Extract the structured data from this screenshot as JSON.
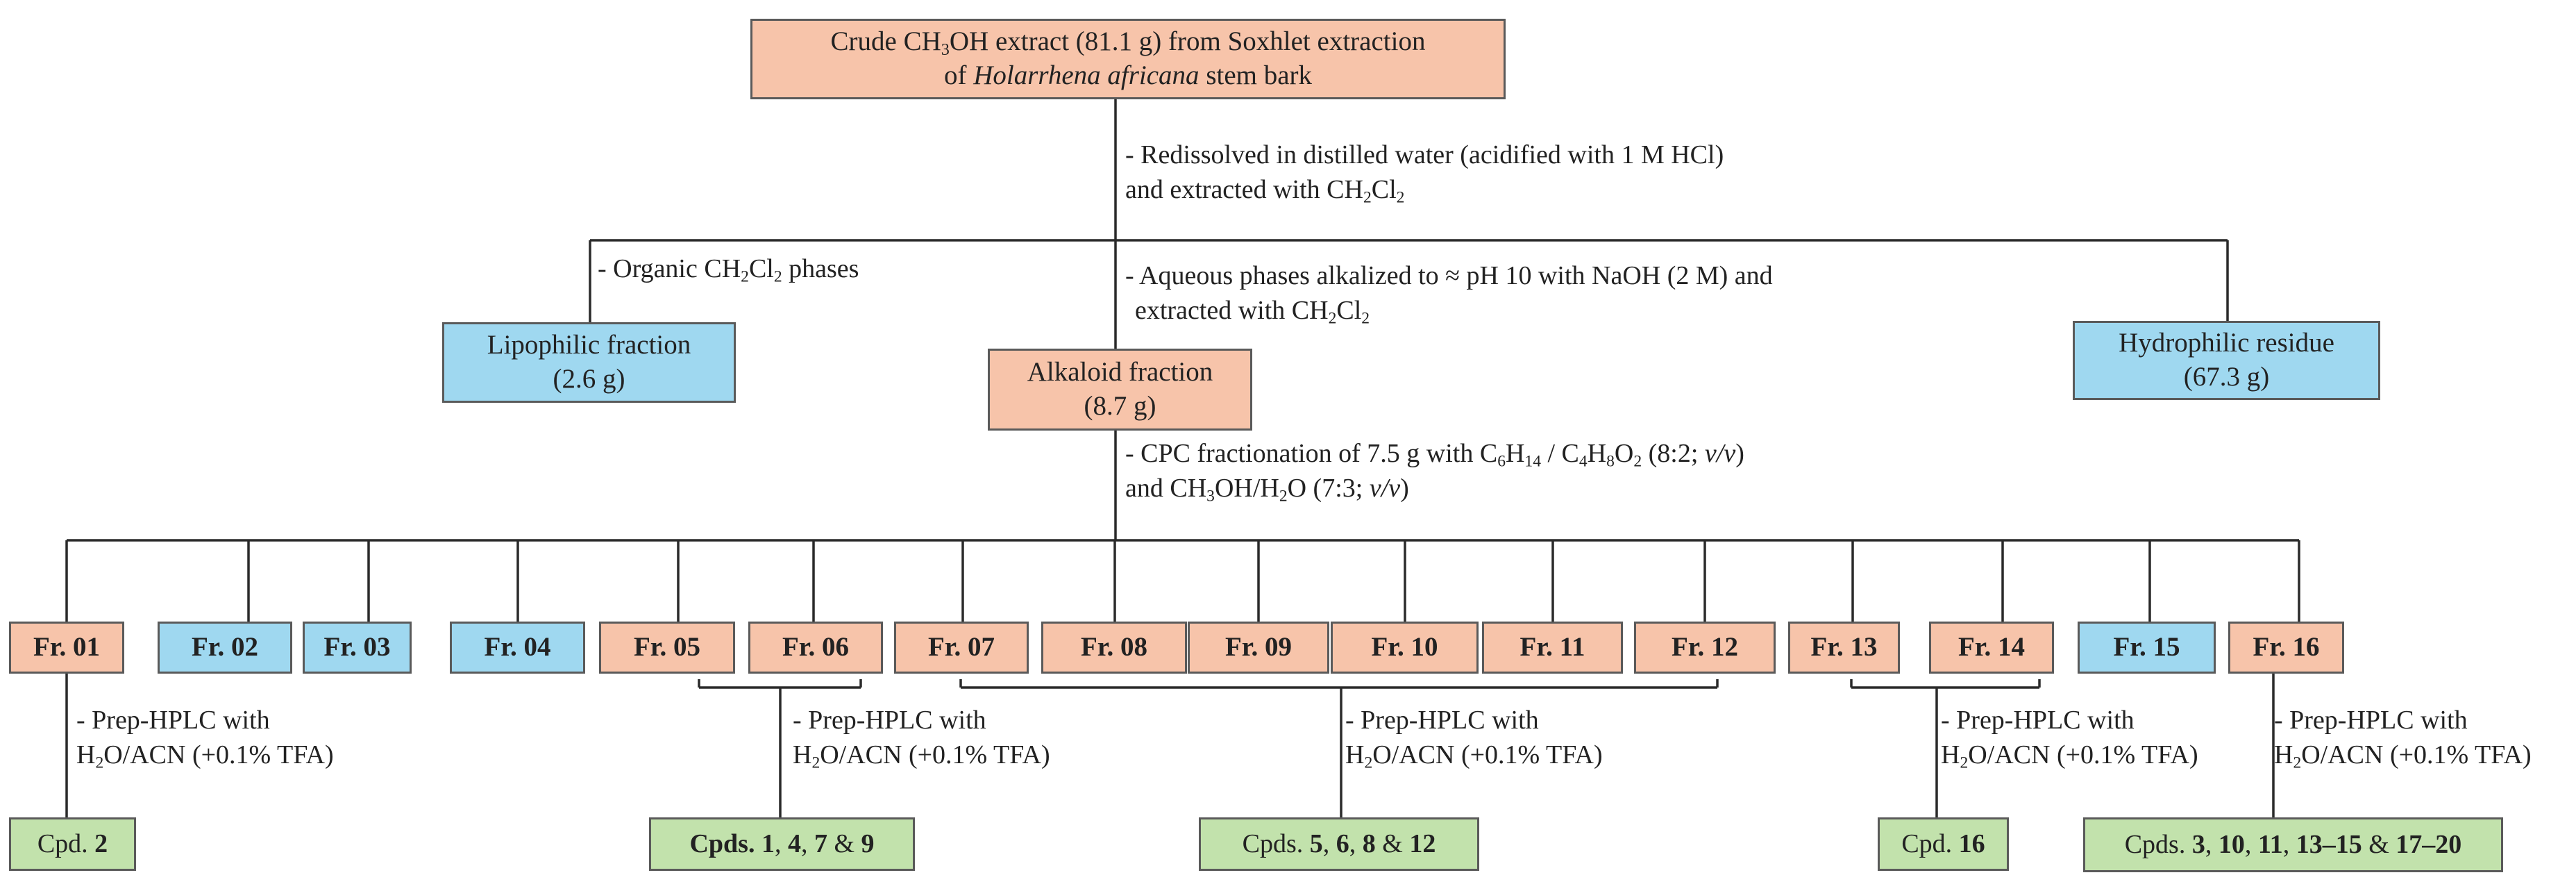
{
  "crude": {
    "l1a": "Crude CH",
    "l1b": "3",
    "l1c": "OH extract (81.1 g) from Soxhlet extraction",
    "l2a": "of ",
    "l2b": "Holarrhena africana",
    "l2c": " stem bark"
  },
  "step1": {
    "l1": "- Redissolved in distilled  water (acidified with 1 M HCl)",
    "l2a": "and extracted with CH",
    "l2b": "2",
    "l2c": "Cl",
    "l2d": "2"
  },
  "organic": {
    "a": "- Organic CH",
    "b": "2",
    "c": "Cl",
    "d": "2",
    "e": " phases"
  },
  "aqueous": {
    "l1": "- Aqueous phases alkalized to ≈ pH 10 with NaOH (2 M) and",
    "l2a": "extracted with CH",
    "l2b": "2",
    "l2c": "Cl",
    "l2d": "2"
  },
  "lipophilic": {
    "l1": "Lipophilic fraction",
    "l2": "(2.6 g)"
  },
  "alkaloid": {
    "l1": "Alkaloid fraction",
    "l2": "(8.7 g)"
  },
  "hydrophilic": {
    "l1": "Hydrophilic residue",
    "l2": "(67.3 g)"
  },
  "cpc": {
    "l1a": "- CPC fractionation of 7.5 g with C",
    "l1b": "6",
    "l1c": "H",
    "l1d": "14",
    "l1e": " / C",
    "l1f": "4",
    "l1g": "H",
    "l1h": "8",
    "l1i": "O",
    "l1j": "2",
    "l1k": " (8:2; ",
    "l1l": "v/v",
    "l1m": ")",
    "l2a": "and CH",
    "l2b": "3",
    "l2c": "OH/H",
    "l2d": "2",
    "l2e": "O (7:3; ",
    "l2f": "v/v",
    "l2g": ")"
  },
  "fractions": [
    {
      "label": "Fr. 01",
      "color": "salmon"
    },
    {
      "label": "Fr. 02",
      "color": "blue"
    },
    {
      "label": "Fr. 03",
      "color": "blue"
    },
    {
      "label": "Fr. 04",
      "color": "blue"
    },
    {
      "label": "Fr. 05",
      "color": "salmon"
    },
    {
      "label": "Fr. 06",
      "color": "salmon"
    },
    {
      "label": "Fr. 07",
      "color": "salmon"
    },
    {
      "label": "Fr. 08",
      "color": "salmon"
    },
    {
      "label": "Fr. 09",
      "color": "salmon"
    },
    {
      "label": "Fr. 10",
      "color": "salmon"
    },
    {
      "label": "Fr. 11",
      "color": "salmon"
    },
    {
      "label": "Fr. 12",
      "color": "salmon"
    },
    {
      "label": "Fr. 13",
      "color": "salmon"
    },
    {
      "label": "Fr. 14",
      "color": "salmon"
    },
    {
      "label": "Fr. 15",
      "color": "blue"
    },
    {
      "label": "Fr. 16",
      "color": "salmon"
    }
  ],
  "prep": {
    "l1": "- Prep-HPLC with",
    "l2a": "H",
    "l2b": "2",
    "l2c": "O/ACN (+0.1% TFA)"
  },
  "compounds": {
    "c1": {
      "a": "Cpd. ",
      "b": "2"
    },
    "c2": {
      "a": "Cpds. 1",
      "b": ",  ",
      "c": "4",
      "d": ",  ",
      "e": "7",
      "f": " & ",
      "g": "9"
    },
    "c3": {
      "a": "Cpds. ",
      "b": "5",
      "c": ", ",
      "d": "6",
      "e": ", ",
      "f": "8",
      "g": " & ",
      "h": "12"
    },
    "c4": {
      "a": "Cpd. ",
      "b": "16"
    },
    "c5": {
      "a": "Cpds. ",
      "b": "3",
      "c": ", ",
      "d": "10",
      "e": ", ",
      "f": "11",
      "g": ", ",
      "h": "13–15",
      "i": " & ",
      "j": "17–20"
    }
  },
  "colors": {
    "salmon": "#f7c4aa",
    "blue": "#9fd8f0",
    "green": "#c2e2ac",
    "line": "#2a2a2a",
    "border": "#5a5a5a"
  }
}
